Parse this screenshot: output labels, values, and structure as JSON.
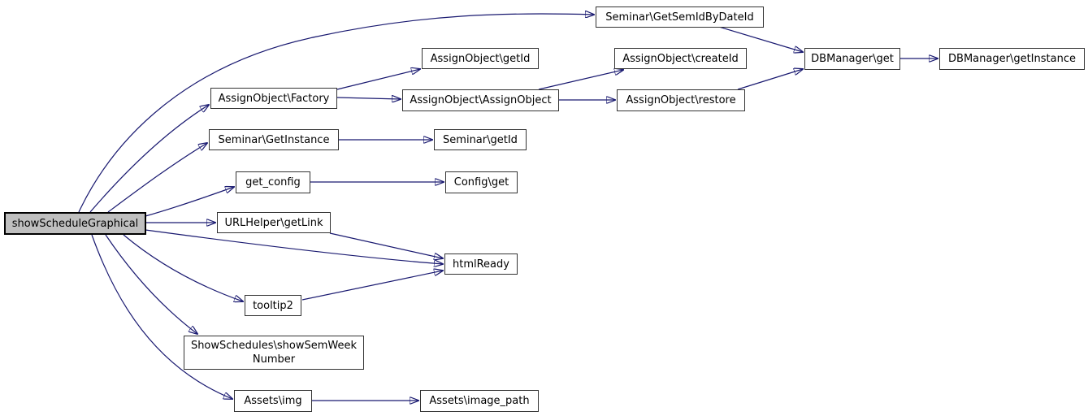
{
  "app": {
    "type": "doxygen-call-graph",
    "background": "#ffffff"
  },
  "diagram": {
    "root_function": "showScheduleGraphical",
    "colors": {
      "edge": "#191970",
      "node_fill": "#ffffff",
      "node_border": "#333333",
      "root_fill": "#bfbfbf",
      "root_border": "#000000",
      "text": "#000000"
    },
    "nodes": {
      "n0": {
        "label": "showScheduleGraphical",
        "role": "root"
      },
      "n1": {
        "label": "Seminar\\GetSemIdByDateId"
      },
      "n2": {
        "label": "AssignObject\\getId"
      },
      "n3": {
        "label": "AssignObject\\createId"
      },
      "n4": {
        "label": "DBManager\\get"
      },
      "n5": {
        "label": "DBManager\\getInstance"
      },
      "n6": {
        "label": "AssignObject\\Factory"
      },
      "n7": {
        "label": "AssignObject\\AssignObject"
      },
      "n8": {
        "label": "AssignObject\\restore"
      },
      "n9": {
        "label": "Seminar\\GetInstance"
      },
      "n10": {
        "label": "Seminar\\getId"
      },
      "n11": {
        "label": "get_config"
      },
      "n12": {
        "label": "Config\\get"
      },
      "n13": {
        "label": "URLHelper\\getLink"
      },
      "n14": {
        "label": "htmlReady"
      },
      "n15": {
        "label": "tooltip2"
      },
      "n16": {
        "label": "ShowSchedules\\showSemWeek\nNumber"
      },
      "n17": {
        "label": "Assets\\img"
      },
      "n18": {
        "label": "Assets\\image_path"
      }
    },
    "edges": [
      {
        "from": "n0",
        "to": "n1",
        "from_label": "showScheduleGraphical",
        "to_label": "Seminar\\GetSemIdByDateId"
      },
      {
        "from": "n0",
        "to": "n6",
        "from_label": "showScheduleGraphical",
        "to_label": "AssignObject\\Factory"
      },
      {
        "from": "n0",
        "to": "n9",
        "from_label": "showScheduleGraphical",
        "to_label": "Seminar\\GetInstance"
      },
      {
        "from": "n0",
        "to": "n11",
        "from_label": "showScheduleGraphical",
        "to_label": "get_config"
      },
      {
        "from": "n0",
        "to": "n13",
        "from_label": "showScheduleGraphical",
        "to_label": "URLHelper\\getLink"
      },
      {
        "from": "n0",
        "to": "n14",
        "from_label": "showScheduleGraphical",
        "to_label": "htmlReady"
      },
      {
        "from": "n0",
        "to": "n15",
        "from_label": "showScheduleGraphical",
        "to_label": "tooltip2"
      },
      {
        "from": "n0",
        "to": "n16",
        "from_label": "showScheduleGraphical",
        "to_label": "ShowSchedules\\showSemWeekNumber"
      },
      {
        "from": "n0",
        "to": "n17",
        "from_label": "showScheduleGraphical",
        "to_label": "Assets\\img"
      },
      {
        "from": "n1",
        "to": "n4",
        "from_label": "Seminar\\GetSemIdByDateId",
        "to_label": "DBManager\\get"
      },
      {
        "from": "n6",
        "to": "n2",
        "from_label": "AssignObject\\Factory",
        "to_label": "AssignObject\\getId"
      },
      {
        "from": "n6",
        "to": "n7",
        "from_label": "AssignObject\\Factory",
        "to_label": "AssignObject\\AssignObject"
      },
      {
        "from": "n7",
        "to": "n3",
        "from_label": "AssignObject\\AssignObject",
        "to_label": "AssignObject\\createId"
      },
      {
        "from": "n7",
        "to": "n8",
        "from_label": "AssignObject\\AssignObject",
        "to_label": "AssignObject\\restore"
      },
      {
        "from": "n8",
        "to": "n4",
        "from_label": "AssignObject\\restore",
        "to_label": "DBManager\\get"
      },
      {
        "from": "n4",
        "to": "n5",
        "from_label": "DBManager\\get",
        "to_label": "DBManager\\getInstance"
      },
      {
        "from": "n9",
        "to": "n10",
        "from_label": "Seminar\\GetInstance",
        "to_label": "Seminar\\getId"
      },
      {
        "from": "n11",
        "to": "n12",
        "from_label": "get_config",
        "to_label": "Config\\get"
      },
      {
        "from": "n13",
        "to": "n14",
        "from_label": "URLHelper\\getLink",
        "to_label": "htmlReady"
      },
      {
        "from": "n15",
        "to": "n14",
        "from_label": "tooltip2",
        "to_label": "htmlReady"
      },
      {
        "from": "n17",
        "to": "n18",
        "from_label": "Assets\\img",
        "to_label": "Assets\\image_path"
      }
    ]
  }
}
